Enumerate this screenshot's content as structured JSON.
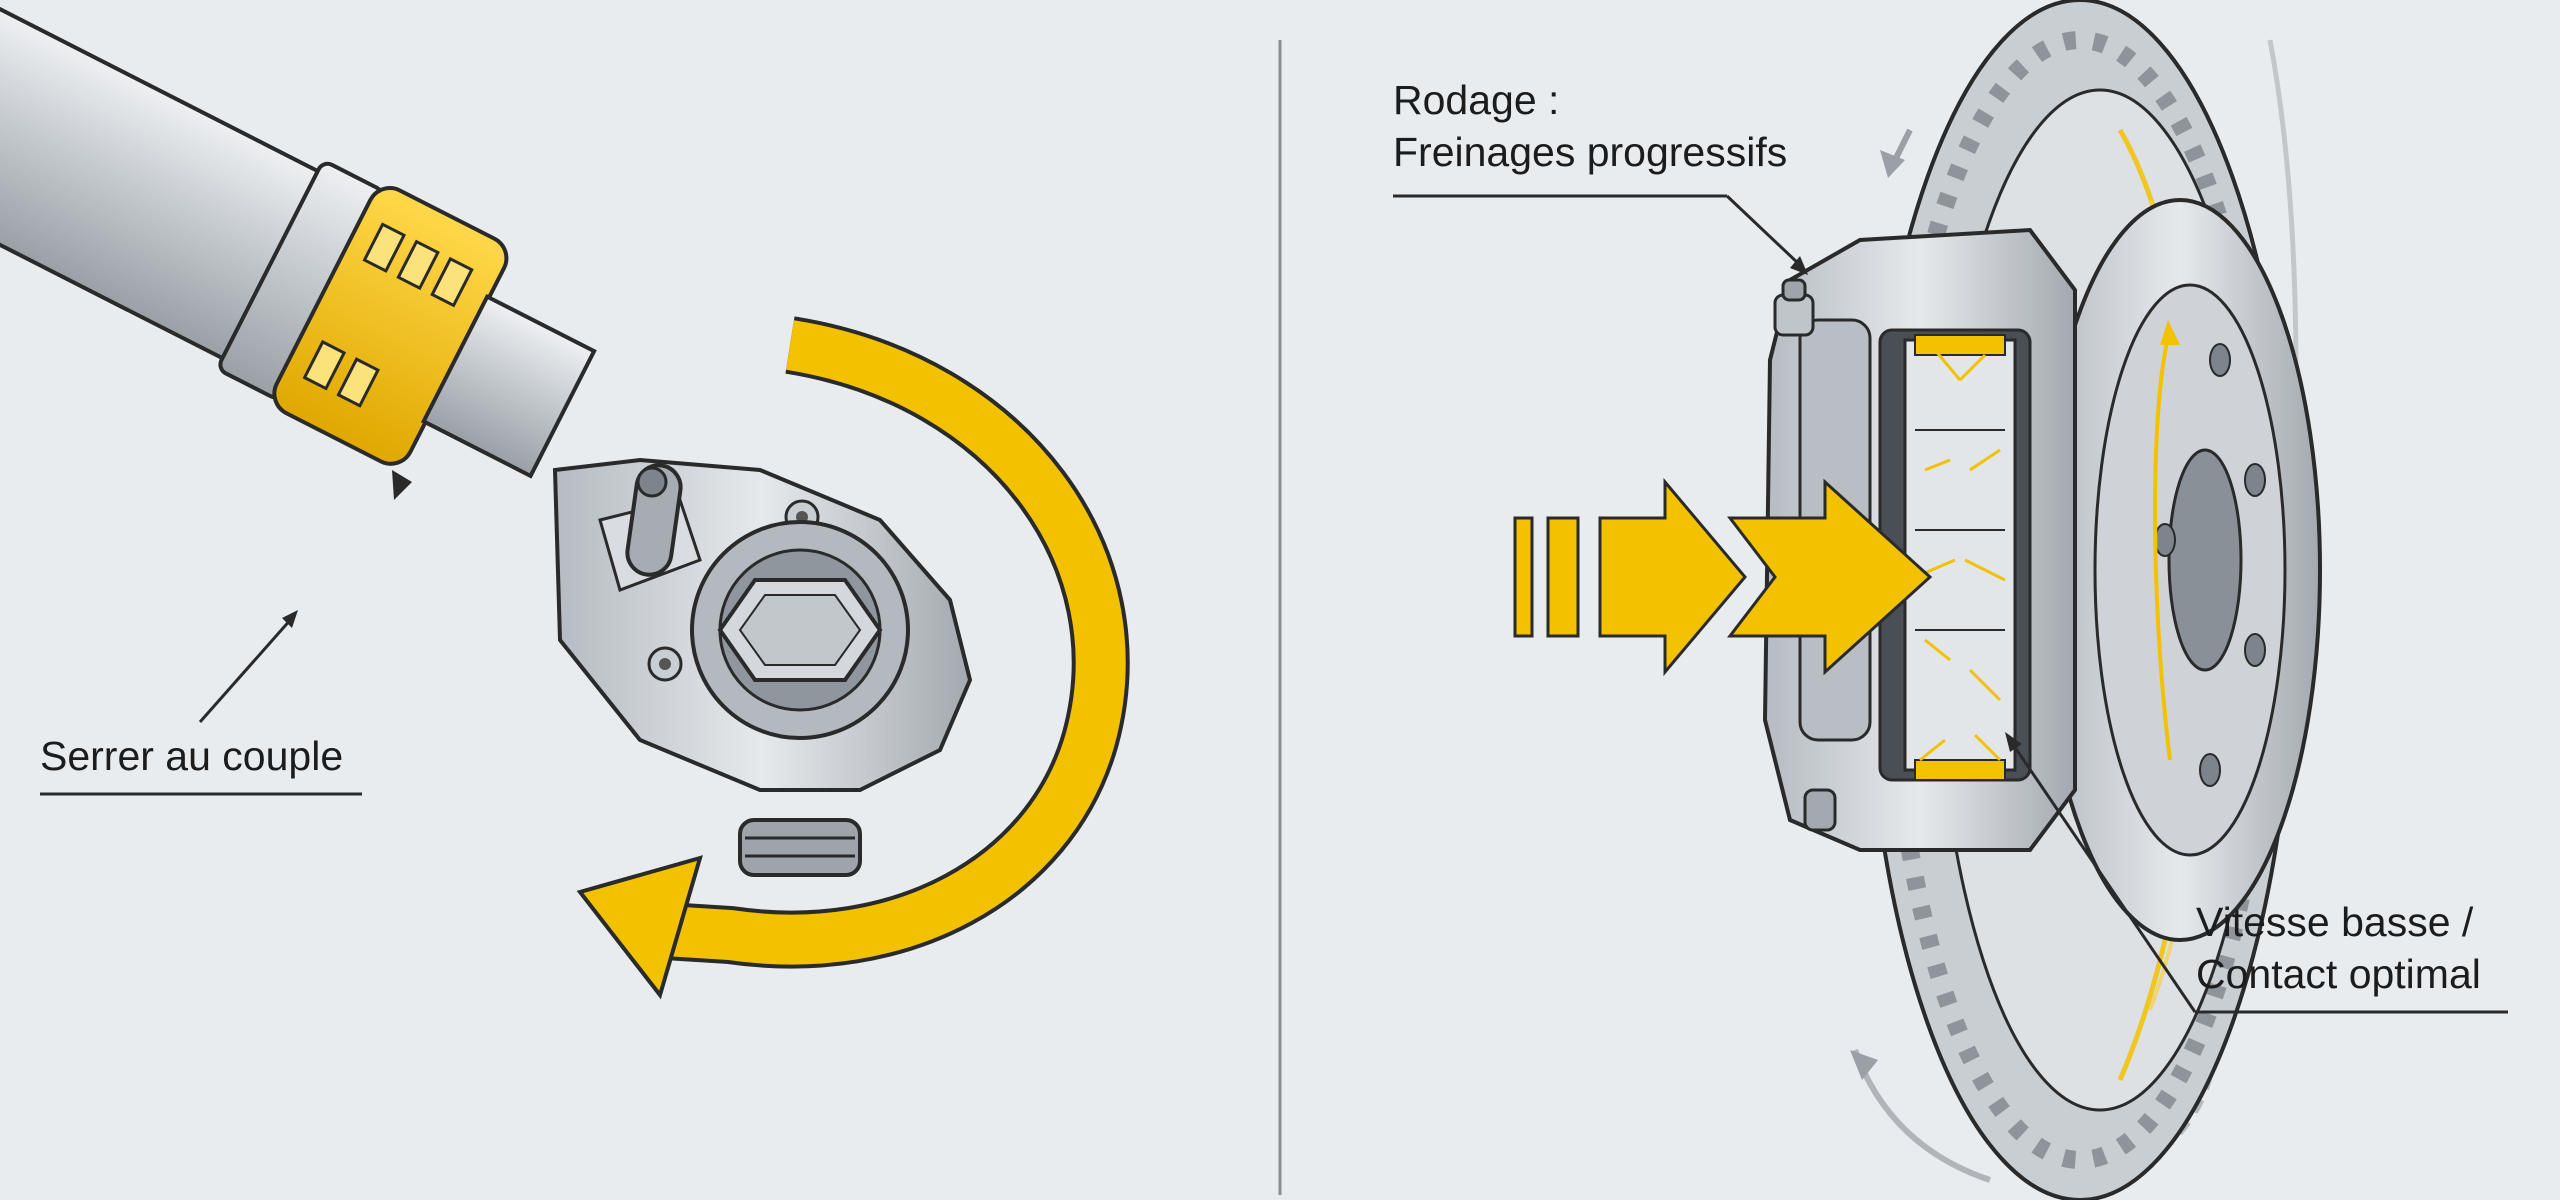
{
  "labels": {
    "torque": "Serrer au couple",
    "break_in_title": "Rodage :",
    "break_in_detail": "Freinages progressifs",
    "speed_line1": "Vitesse basse /",
    "speed_line2": "Contact optimal"
  },
  "colors": {
    "background": "#e9ecef",
    "accent_yellow": "#f2c100",
    "metal": "#c9ced3",
    "outline": "#2a2a2a",
    "divider": "#8a8f94"
  },
  "icons": [
    "torque-wrench-icon",
    "brake-disc-icon",
    "brake-caliper-icon",
    "rotation-arrow-icon",
    "pressure-arrow-icon"
  ]
}
